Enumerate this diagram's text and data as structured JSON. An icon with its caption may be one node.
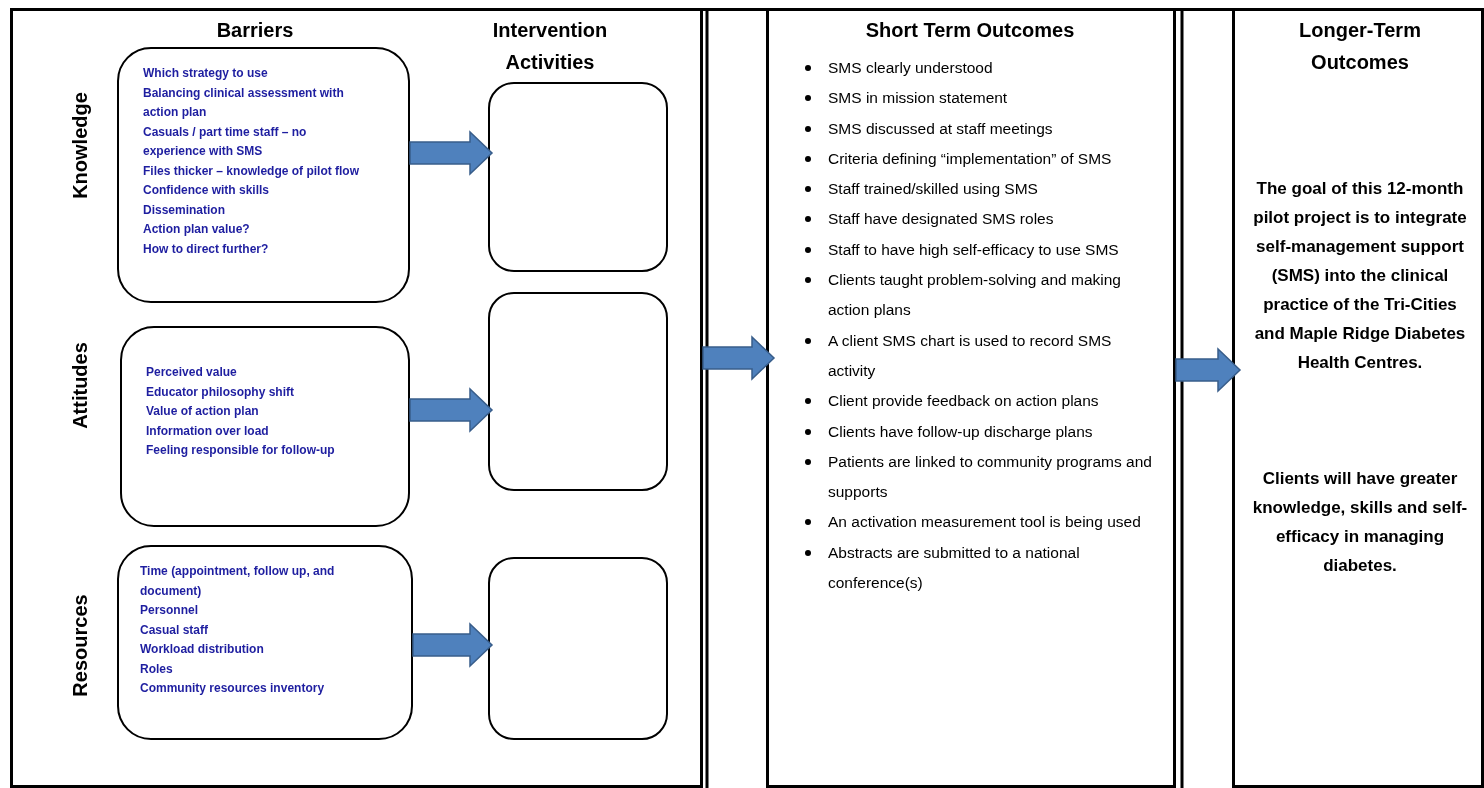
{
  "diagram": {
    "nodes": [
      {
        "text": [
          "Barriers",
          "Intervention Activities"
        ]
      },
      {
        "text": [
          "Which strategy to use",
          "Balancing clinical assessment with action plan",
          "Casuals / part time staff – no experience with SMS",
          "Files thicker – knowledge of pilot flow",
          "Confidence with skills",
          "Dissemination",
          "Action  plan value?",
          "How to direct further?"
        ],
        "beside": [
          "Knowledge"
        ],
        "in": 0
      },
      {
        "text": [],
        "shape": "box",
        "in": 0
      },
      {
        "text": [
          "Perceived value",
          "Educator philosophy shift",
          "Value of action plan",
          "Information over load",
          "Feeling responsible for follow-up"
        ],
        "beside": [
          "Attitudes"
        ],
        "in": 0
      },
      {
        "text": [],
        "shape": "box",
        "in": 0
      },
      {
        "text": [
          "Time (appointment, follow up, and document)",
          "Personnel",
          "Casual staff",
          "Workload distribution",
          "Roles",
          "Community resources inventory"
        ],
        "beside": [
          "Resources"
        ],
        "in": 0
      },
      {
        "text": [],
        "shape": "box",
        "in": 0
      },
      {
        "text": [
          "Short Term Outcomes",
          "SMS clearly understood",
          "SMS in mission statement",
          "SMS discussed at staff meetings",
          "Criteria defining “implementation” of SMS",
          "Staff trained/skilled using SMS",
          "Staff have designated SMS roles",
          "Staff to have high self-efficacy to use SMS",
          "Clients taught problem-solving and making action plans",
          "A client SMS chart is used to record SMS activity",
          "Client provide feedback on action plans",
          "Clients have follow-up discharge plans",
          "Patients are linked to community programs and supports",
          "An activation measurement tool is being used",
          "Abstracts are submitted to a national conference(s)"
        ]
      },
      {
        "text": [
          "Longer-Term Outcomes",
          "The goal of this 12-month pilot project is to integrate self-management support (SMS) into the clinical practice of the Tri-Cities and Maple Ridge Diabetes Health Centres.",
          "Clients will have greater knowledge, skills and self-efficacy in managing diabetes."
        ]
      }
    ],
    "edges": [
      {
        "from": 1,
        "to": 2,
        "arrow": "to"
      },
      {
        "from": 3,
        "to": 4,
        "arrow": "to"
      },
      {
        "from": 5,
        "to": 6,
        "arrow": "to"
      },
      {
        "from": 0,
        "to": 7,
        "arrow": "to"
      },
      {
        "from": 7,
        "to": 8,
        "arrow": "to"
      }
    ]
  }
}
